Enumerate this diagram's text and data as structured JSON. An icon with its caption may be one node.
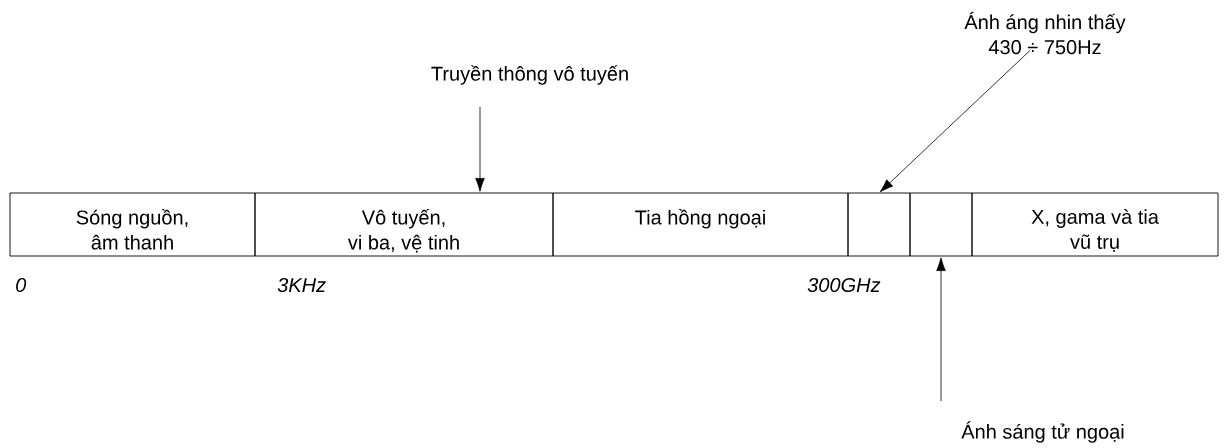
{
  "diagram": {
    "nodes": [
      {
        "text": [
          "Sóng nguồn, âm thanh"
        ]
      },
      {
        "text": [
          "Vô tuyến, vi ba, vệ tinh"
        ]
      },
      {
        "text": [
          "Tia hồng ngoại"
        ]
      },
      {
        "text": [],
        "shape": "box"
      },
      {
        "text": [],
        "shape": "box"
      },
      {
        "text": [
          "X, gama và tia vũ trụ"
        ]
      },
      {
        "text": [
          "Truyền thông vô tuyến"
        ]
      },
      {
        "text": [
          "Ánh áng nhin thấy",
          "430 ÷ 750Hz"
        ]
      },
      {
        "text": [
          "Ánh sáng tử ngoại"
        ]
      }
    ],
    "edges": [
      {
        "from": 6,
        "to": 1,
        "arrow": "to"
      },
      {
        "from": 7,
        "to": 3,
        "arrow": "to"
      },
      {
        "from": 8,
        "to": 4,
        "arrow": "to"
      }
    ],
    "labels": [
      "0",
      "3KHz",
      "300GHz"
    ]
  }
}
